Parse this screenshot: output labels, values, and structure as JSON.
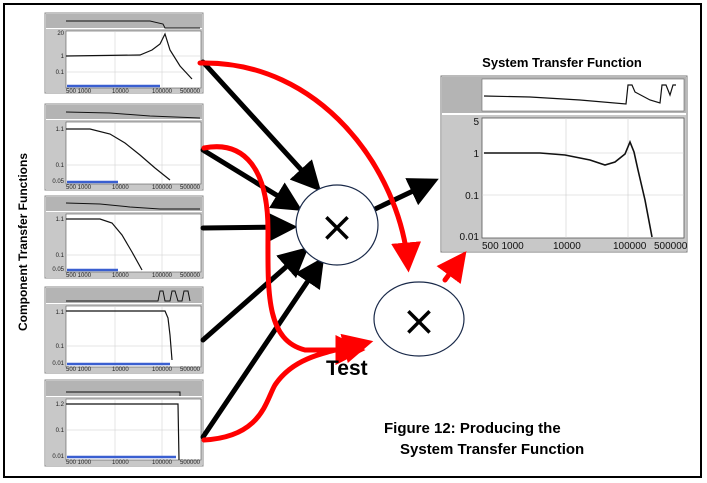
{
  "component_axis_label": "Component Transfer Functions",
  "system": {
    "title": "System Transfer Function",
    "y_ticks": [
      "5",
      "1",
      "0.1",
      "0.01"
    ],
    "x_ticks": [
      "500 1000",
      "10000",
      "100000",
      "500000"
    ]
  },
  "panels": [
    {
      "y_top": "20",
      "y_mid": "1",
      "y_bot": "0.1",
      "x_ticks": [
        "500 1000",
        "10000",
        "100000",
        "500000"
      ]
    },
    {
      "y_top": "1.1",
      "y_mid": "0.1",
      "y_bot": "0.05",
      "x_ticks": [
        "500 1000",
        "10000",
        "100000",
        "500000"
      ]
    },
    {
      "y_top": "1.1",
      "y_mid": "0.1",
      "y_bot": "0.05",
      "x_ticks": [
        "500 1000",
        "10000",
        "100000",
        "500000"
      ]
    },
    {
      "y_top": "1.1",
      "y_mid": "0.1",
      "y_bot": "0.01",
      "x_ticks": [
        "500 1000",
        "10000",
        "100000",
        "500000"
      ]
    },
    {
      "y_top": "1.2",
      "y_mid": "0.1",
      "y_bot": "0.01",
      "x_ticks": [
        "500 1000",
        "10000",
        "100000",
        "500000"
      ]
    }
  ],
  "multiply_symbol": "×",
  "test_label": "Test",
  "caption": {
    "line1": "Figure 12: Producing the",
    "line2": "System Transfer Function"
  },
  "colors": {
    "black_arrow": "#000000",
    "red_arrow": "#ff0000",
    "panel_header": "#b4b4b4",
    "blue_bar": "#3a5fd0"
  }
}
